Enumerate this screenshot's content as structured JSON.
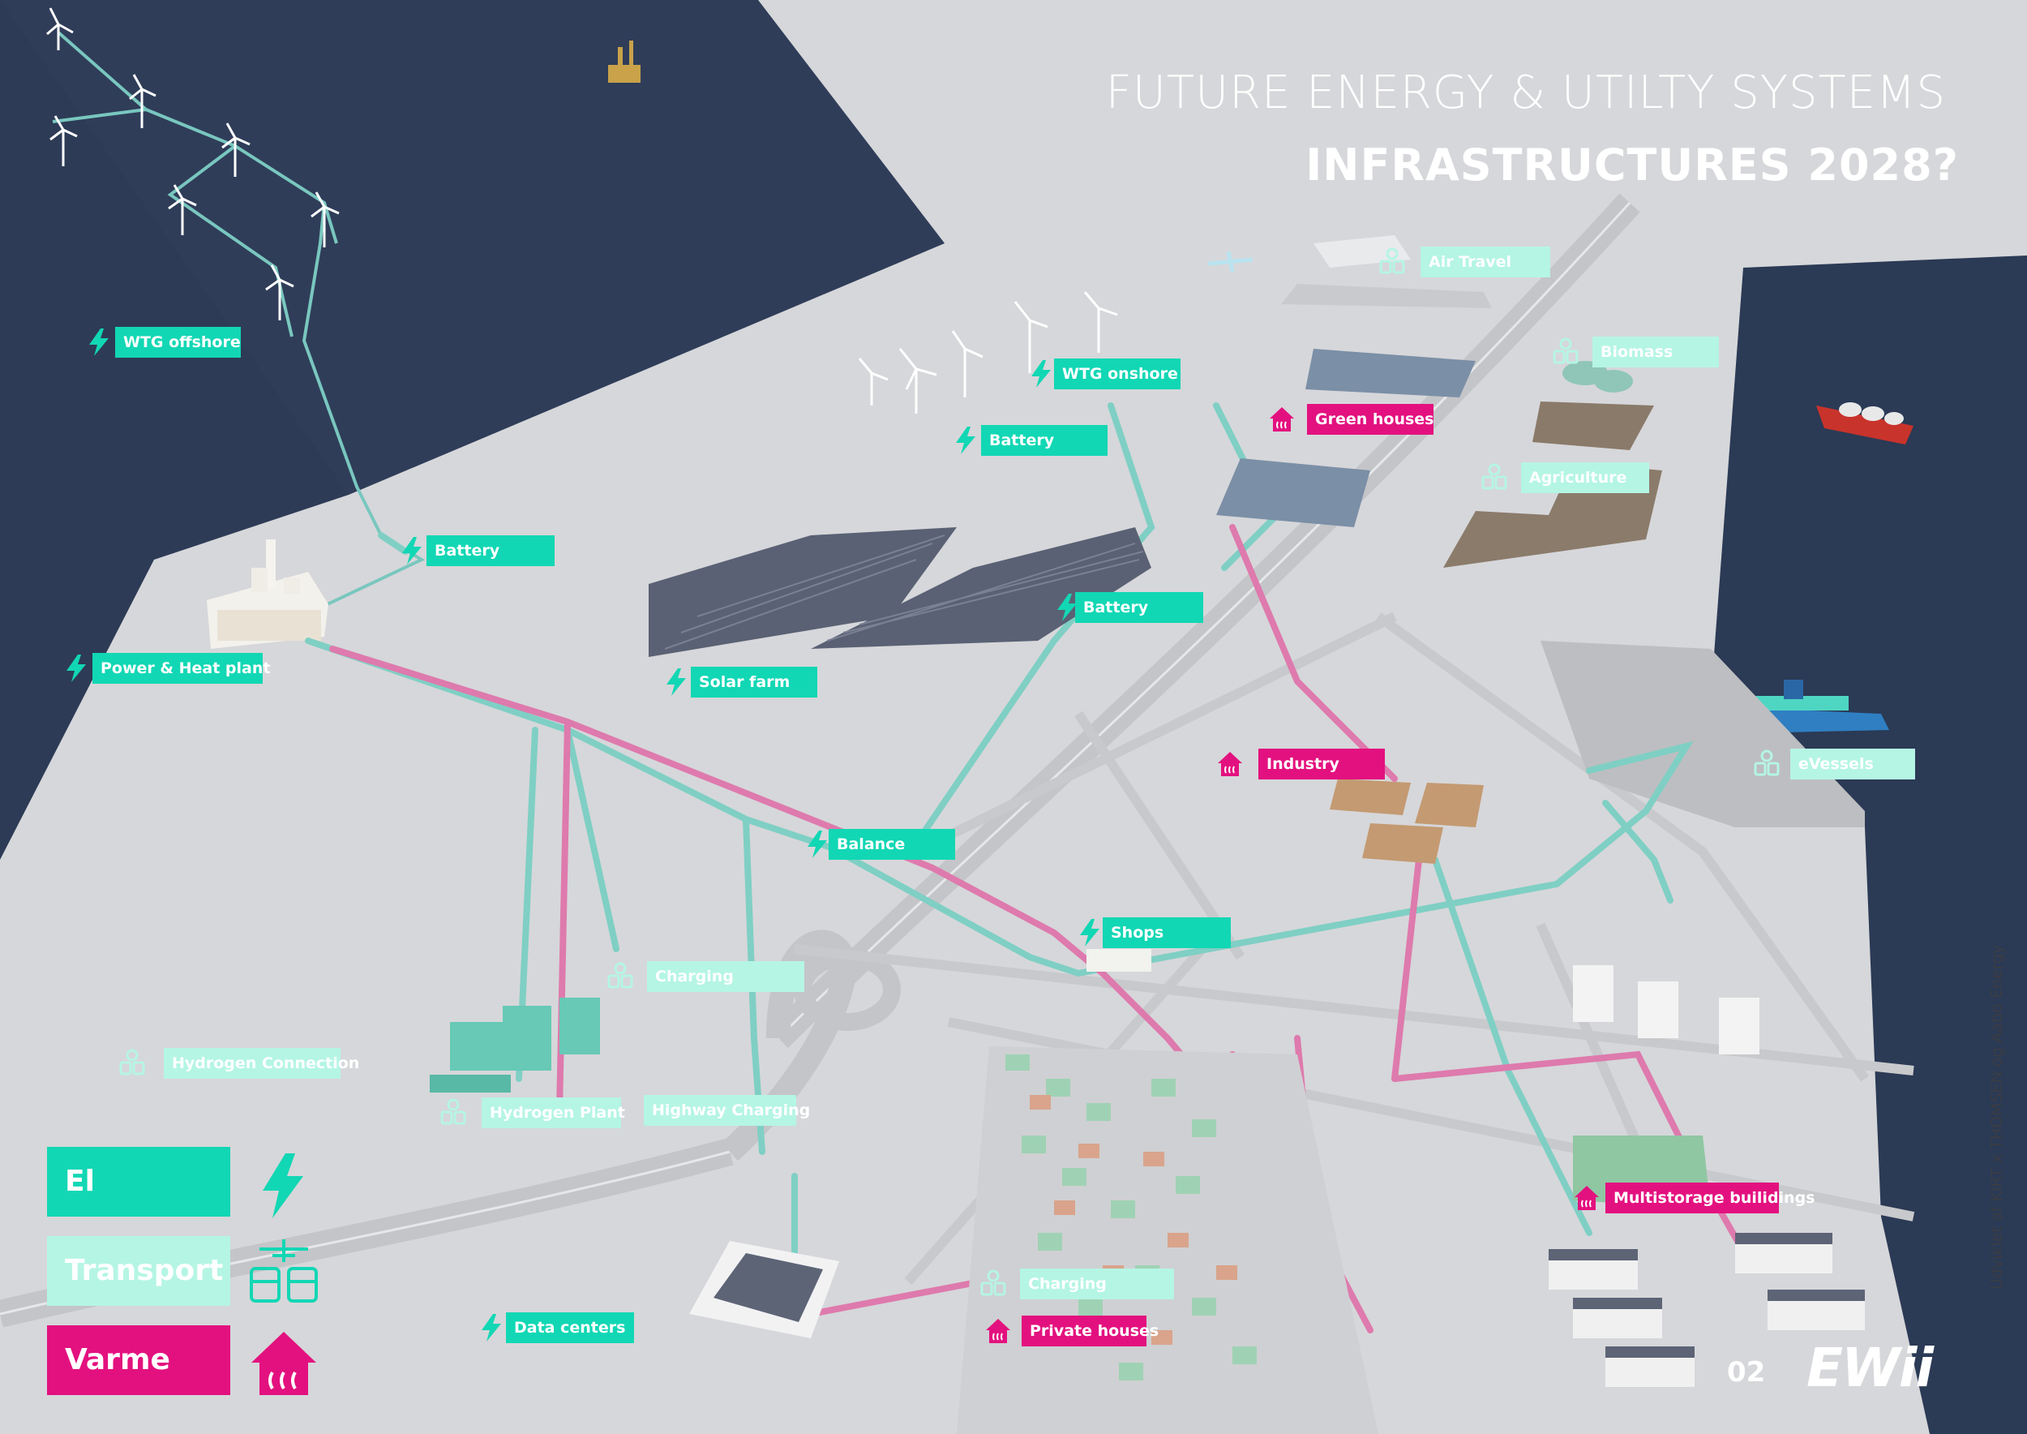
{
  "header": {
    "title": "FUTURE ENERGY & UTILTY SYSTEMS",
    "subtitle": "INFRASTRUCTURES 2028?"
  },
  "colors": {
    "el": "#12d7b4",
    "transport": "#b5f5e4",
    "varme": "#e3117f",
    "sea": "#2c3a55",
    "land": "#d6d7da"
  },
  "labels": {
    "wtg_offshore": "WTG offshore",
    "battery_offshore": "Battery",
    "power_heat_plant": "Power & Heat plant",
    "wtg_onshore": "WTG onshore",
    "battery_onshore": "Battery",
    "battery_solar": "Battery",
    "solar_farm": "Solar farm",
    "balance": "Balance",
    "shops": "Shops",
    "data_centers": "Data centers",
    "air_travel": "Air Travel",
    "biomass": "Biomass",
    "agriculture": "Agriculture",
    "evessels": "eVessels",
    "charging_highway": "Charging",
    "hydrogen_connection": "Hydrogen Connection",
    "hydrogen_plant": "Hydrogen Plant",
    "highway_charging": "Highway Charging",
    "charging_town": "Charging",
    "green_houses": "Green houses",
    "industry": "Industry",
    "private_houses": "Private houses",
    "multistorage": "Multistorage builidings"
  },
  "legend": {
    "el": "El",
    "transport": "Transport",
    "varme": "Varme"
  },
  "footer": {
    "page_number": "02",
    "logo": "EWii",
    "credit": "Udviklet af KIRT x THOMSEN og Aabo Energy"
  }
}
